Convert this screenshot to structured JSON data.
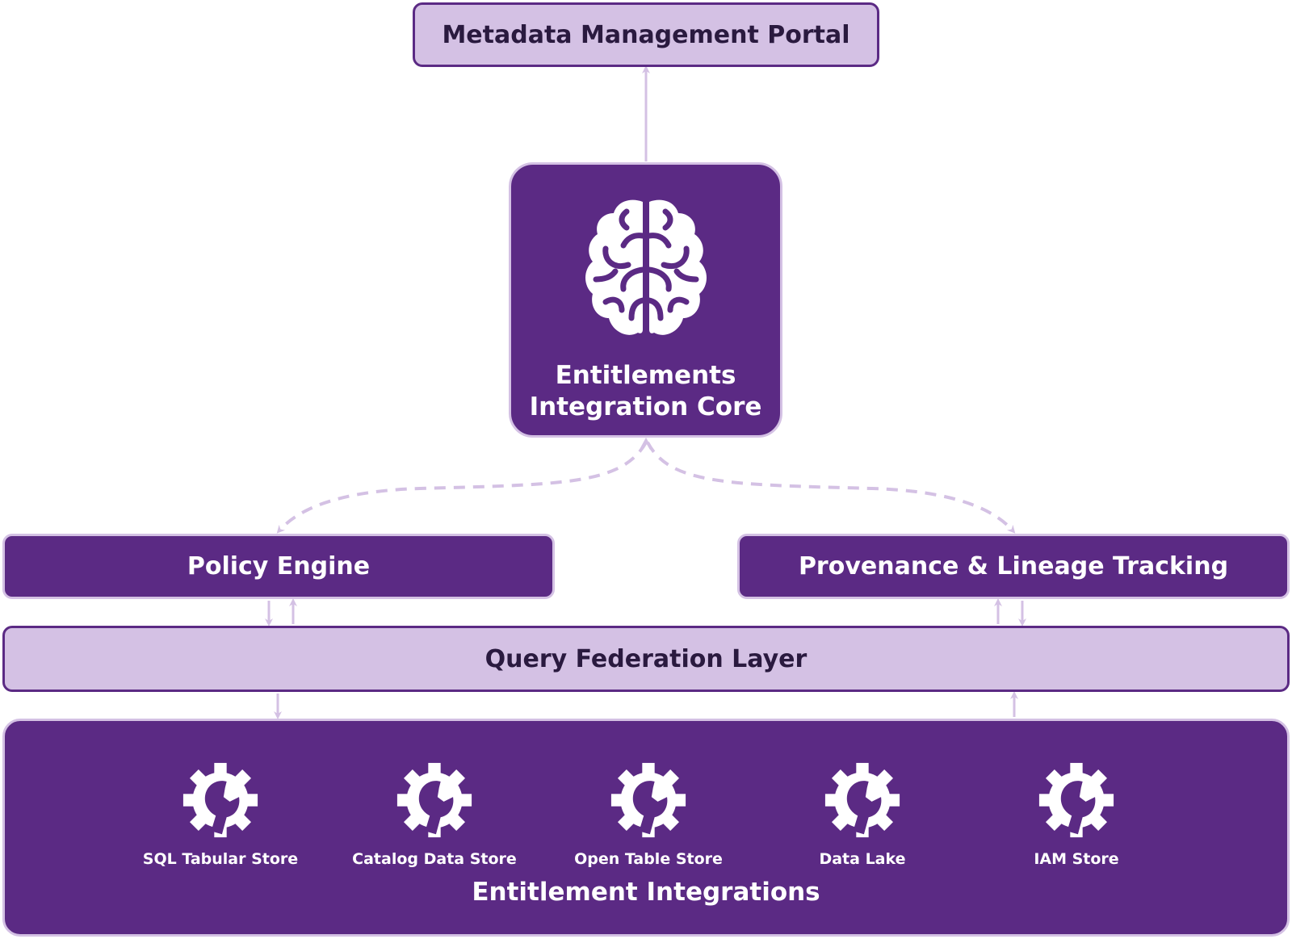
{
  "diagram": {
    "portal": {
      "label": "Metadata Management Portal"
    },
    "core": {
      "icon": "brain-icon",
      "label_line1": "Entitlements",
      "label_line2": "Integration Core"
    },
    "policy_engine": {
      "label": "Policy Engine"
    },
    "provenance": {
      "label": "Provenance & Lineage Tracking"
    },
    "query_federation": {
      "label": "Query Federation Layer"
    },
    "integrations": {
      "label": "Entitlement Integrations",
      "stores": [
        {
          "label": "SQL Tabular Store",
          "icon": "gear-wrench-icon"
        },
        {
          "label": "Catalog Data Store",
          "icon": "gear-wrench-icon"
        },
        {
          "label": "Open Table Store",
          "icon": "gear-wrench-icon"
        },
        {
          "label": "Data Lake",
          "icon": "gear-wrench-icon"
        },
        {
          "label": "IAM Store",
          "icon": "gear-wrench-icon"
        }
      ]
    },
    "colors": {
      "dark_purple": "#5b2a84",
      "light_purple": "#d4c1e4",
      "dark_text": "#2a1a3f",
      "connector": "#d4c1e4"
    }
  }
}
